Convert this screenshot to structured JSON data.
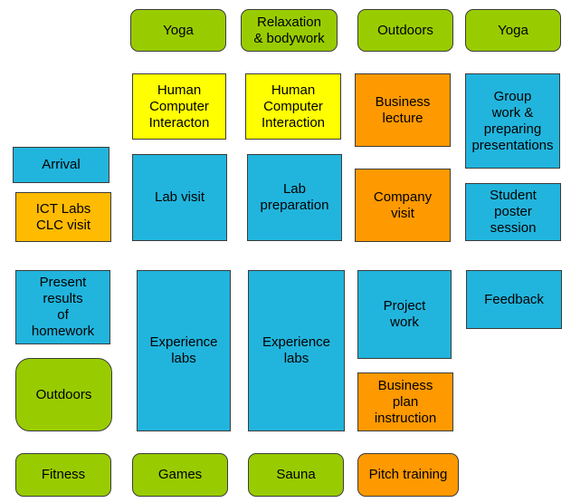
{
  "activities": {
    "yoga_1": "Yoga",
    "relaxation_bodywork": "Relaxation\n& bodywork",
    "outdoors_1": "Outdoors",
    "yoga_2": "Yoga",
    "hci_1": "Human\nComputer\nInteracton",
    "hci_2": "Human\nComputer\nInteraction",
    "business_lecture": "Business\nlecture",
    "group_work": "Group\nwork &\npreparing\npresentations",
    "arrival": "Arrival",
    "ict_labs_clc_visit": "ICT Labs\nCLC visit",
    "lab_visit": "Lab visit",
    "lab_preparation": "Lab\npreparation",
    "company_visit": "Company\nvisit",
    "student_poster_session": "Student\nposter\nsession",
    "present_results": "Present\nresults\nof\nhomework",
    "experience_labs_1": "Experience\nlabs",
    "experience_labs_2": "Experience\nlabs",
    "project_work": "Project\nwork",
    "feedback": "Feedback",
    "outdoors_2": "Outdoors",
    "business_plan_instruction": "Business\nplan\ninstruction",
    "fitness": "Fitness",
    "games": "Games",
    "sauna": "Sauna",
    "pitch_training": "Pitch training"
  },
  "colors": {
    "green": "#99cc00",
    "blue": "#21b5dd",
    "yellow": "#ffff00",
    "orange": "#ff9900",
    "gold": "#ffbb00"
  }
}
